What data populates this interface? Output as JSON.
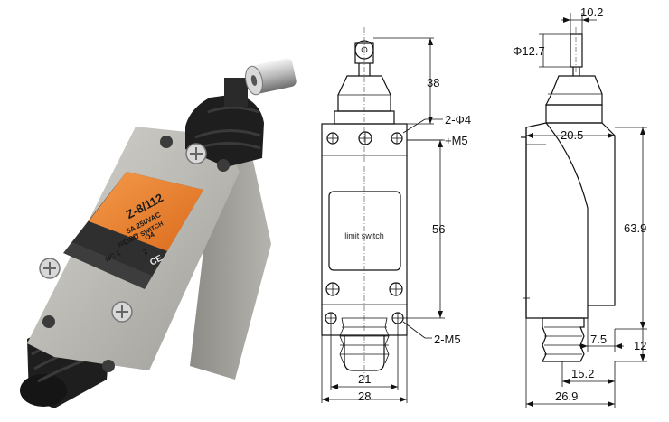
{
  "photo": {
    "model": "Z-8/112",
    "rating": "5A 250VAC",
    "brand": "LIMIT SWITCH",
    "no_label": "NO 3O",
    "o4_label": "O4",
    "nc_label": "NC 1",
    "two_label": "2",
    "ce_mark": "CE",
    "colors": {
      "housing": "#bdbcb6",
      "label": "#e87e2f",
      "rubber": "#1c1c1c"
    }
  },
  "front_view": {
    "panel_text": "limit  switch",
    "dims": {
      "height_top": "38",
      "hole_spec": "2-Φ4",
      "thread_top": "+M5",
      "height_mid": "56",
      "thread_bottom": "2-M5",
      "width_inner": "21",
      "width_outer": "28"
    }
  },
  "side_view": {
    "dims": {
      "roller_width": "10.2",
      "roller_dia": "Φ12.7",
      "body_depth": "20.5",
      "body_height": "63.9",
      "offset": "7.5",
      "bottom_height": "12",
      "bottom_width": "15.2",
      "total_depth": "26.9"
    }
  }
}
